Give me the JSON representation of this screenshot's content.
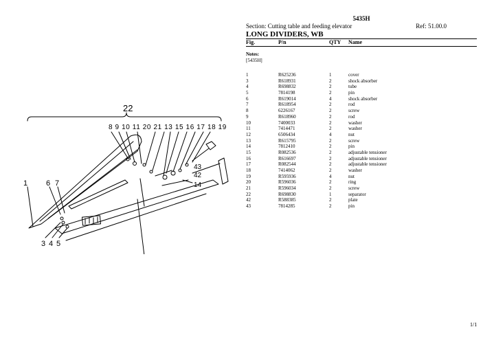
{
  "header": {
    "model": "5435H",
    "section": "Section: Cutting table and feeding elevator",
    "ref": "Ref: 51.00.0",
    "title": "LONG DIVIDERS, WB"
  },
  "columns": {
    "fig": "Fig.",
    "pn": "P/n",
    "qty": "QTY",
    "name": "Name"
  },
  "notes": {
    "label": "Notes:",
    "text": "[5435H]"
  },
  "parts": [
    {
      "fig": "1",
      "pn": "R625236",
      "qty": "1",
      "name": "cover"
    },
    {
      "fig": "3",
      "pn": "R618931",
      "qty": "2",
      "name": "shock absorber"
    },
    {
      "fig": "4",
      "pn": "R698832",
      "qty": "2",
      "name": "tube"
    },
    {
      "fig": "5",
      "pn": "7814198",
      "qty": "2",
      "name": "pin"
    },
    {
      "fig": "6",
      "pn": "R619014",
      "qty": "4",
      "name": "shock absorber"
    },
    {
      "fig": "7",
      "pn": "R618954",
      "qty": "2",
      "name": "rod"
    },
    {
      "fig": "8",
      "pn": "6226167",
      "qty": "2",
      "name": "screw"
    },
    {
      "fig": "9",
      "pn": "R618960",
      "qty": "2",
      "name": "rod"
    },
    {
      "fig": "10",
      "pn": "7400033",
      "qty": "2",
      "name": "washer"
    },
    {
      "fig": "11",
      "pn": "7414471",
      "qty": "2",
      "name": "washer"
    },
    {
      "fig": "12",
      "pn": "6506434",
      "qty": "4",
      "name": "nut"
    },
    {
      "fig": "13",
      "pn": "R615795",
      "qty": "2",
      "name": "screw"
    },
    {
      "fig": "14",
      "pn": "7812410",
      "qty": "2",
      "name": "pin"
    },
    {
      "fig": "15",
      "pn": "R082536",
      "qty": "2",
      "name": "adjustable tensioner"
    },
    {
      "fig": "16",
      "pn": "R616697",
      "qty": "2",
      "name": "adjustable tensioner"
    },
    {
      "fig": "17",
      "pn": "R082544",
      "qty": "2",
      "name": "adjustable tensioner"
    },
    {
      "fig": "18",
      "pn": "7414062",
      "qty": "2",
      "name": "washer"
    },
    {
      "fig": "19",
      "pn": "R595936",
      "qty": "4",
      "name": "nut"
    },
    {
      "fig": "20",
      "pn": "R596036",
      "qty": "2",
      "name": "ring"
    },
    {
      "fig": "21",
      "pn": "R596034",
      "qty": "2",
      "name": "screw"
    },
    {
      "fig": "22",
      "pn": "R698830",
      "qty": "1",
      "name": "separator"
    },
    {
      "fig": "42",
      "pn": "R588385",
      "qty": "2",
      "name": "plate"
    },
    {
      "fig": "43",
      "pn": "7814285",
      "qty": "2",
      "name": "pin"
    }
  ],
  "diagram": {
    "callouts": {
      "c22": "22",
      "top_row": "8 9 10 11 20 21 13 15 16 17 18 19",
      "c1": "1",
      "c6": "6",
      "c7": "7",
      "c3": "3",
      "c4": "4",
      "c5": "5",
      "c43": "43",
      "c42": "42",
      "c14": "14"
    }
  },
  "footer": {
    "page": "1/1"
  }
}
